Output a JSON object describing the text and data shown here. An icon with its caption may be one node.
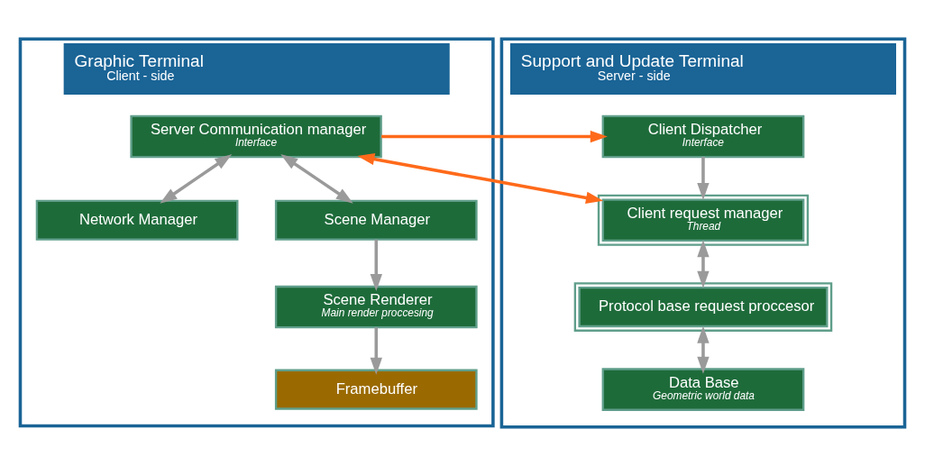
{
  "diagram": {
    "nodes": [
      {
        "text": [
          "Graphic Terminal",
          "Client - side"
        ]
      },
      {
        "text": [
          "Server Communication manager",
          "Interface"
        ],
        "in": 0
      },
      {
        "text": [
          "Network Manager"
        ],
        "in": 0
      },
      {
        "text": [
          "Scene Manager"
        ],
        "in": 0
      },
      {
        "text": [
          "Scene Renderer",
          "Main render proccesing"
        ],
        "in": 0
      },
      {
        "text": [
          "Framebuffer"
        ],
        "in": 0
      },
      {
        "text": [
          "Support and Update Terminal",
          "Server - side"
        ]
      },
      {
        "text": [
          "Client Dispatcher",
          "Interface"
        ],
        "in": 6
      },
      {
        "text": [
          "Client request manager",
          "Thread"
        ],
        "in": 6
      },
      {
        "text": [
          "Protocol base request proccesor"
        ],
        "in": 6
      },
      {
        "text": [
          "Data Base",
          "Geometric world data"
        ],
        "in": 6
      }
    ],
    "edges": [
      {
        "from": 1,
        "to": 7,
        "arrow": "to",
        "color": "#ff6a1a"
      },
      {
        "from": 8,
        "to": 1,
        "arrow": "both",
        "color": "#ff6a1a"
      },
      {
        "from": 1,
        "to": 2,
        "arrow": "both"
      },
      {
        "from": 1,
        "to": 3,
        "arrow": "both"
      },
      {
        "from": 3,
        "to": 4,
        "arrow": "to"
      },
      {
        "from": 4,
        "to": 5,
        "arrow": "to"
      },
      {
        "from": 7,
        "to": 8,
        "arrow": "to"
      },
      {
        "from": 8,
        "to": 9,
        "arrow": "both"
      },
      {
        "from": 9,
        "to": 10,
        "arrow": "both"
      }
    ]
  }
}
